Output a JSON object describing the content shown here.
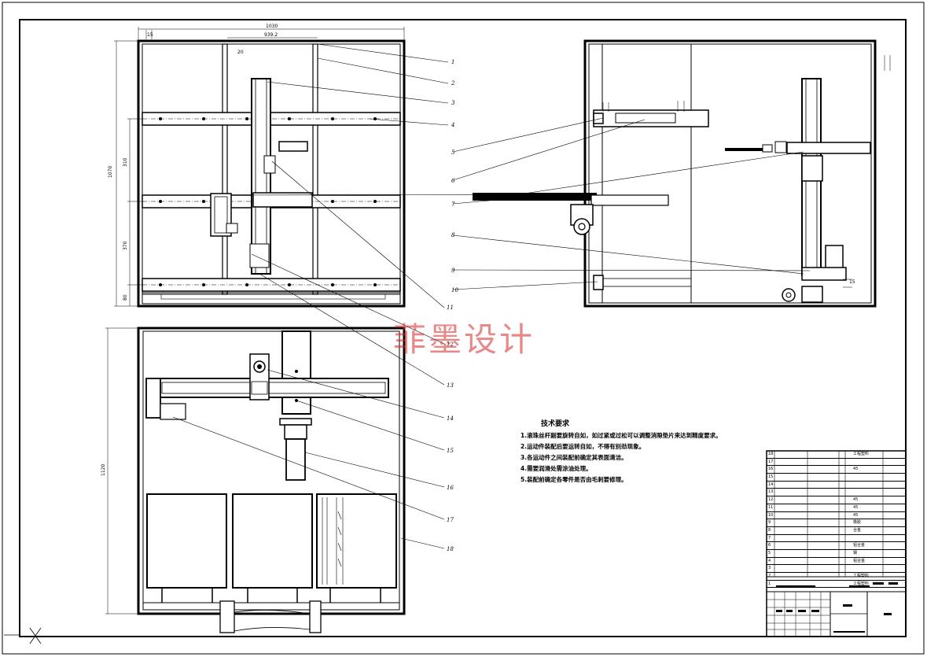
{
  "watermark": "菲墨设计",
  "technical_requirements": {
    "title": "技术要求",
    "items": [
      "1.滚珠丝杆副要旋转自如，如过紧或过松可以调整消隙垫片来达到精度要求。",
      "2.运动件装配后要运转自如，不得有别劲现象。",
      "3.各运动件之间装配前确定其表面清洁。",
      "4.需要润滑处需涂油处理。",
      "5.装配前确定各零件是否由毛刺要修理。"
    ]
  },
  "dimensions": {
    "top_width": "1030",
    "inner_width": "939.2",
    "small_offset": "20",
    "left_margin": "15",
    "left_height": "1070",
    "spacing_upper": "310",
    "spacing_lower": "370",
    "bottom_offset": "80",
    "front_height": "1120",
    "right_side_dim": "15"
  },
  "part_labels": [
    "1",
    "2",
    "3",
    "4",
    "5",
    "6",
    "7",
    "8",
    "9",
    "10",
    "11",
    "12",
    "13",
    "14",
    "15",
    "16",
    "17",
    "18"
  ],
  "bom": {
    "row_numbers": [
      "18",
      "17",
      "16",
      "15",
      "14",
      "13",
      "12",
      "11",
      "10",
      "9",
      "8",
      "7",
      "6",
      "5",
      "4",
      "3",
      "2",
      "1"
    ],
    "materials": [
      "工程塑料",
      "",
      "45",
      "",
      "",
      "",
      "45",
      "45",
      "45",
      "橡胶",
      "合金",
      "",
      "铝合金",
      "钢",
      "铝合金",
      "",
      "工程塑料",
      "工程塑料"
    ]
  },
  "colors": {
    "line": "#000000",
    "watermark": "#d62828",
    "background": "#ffffff"
  }
}
